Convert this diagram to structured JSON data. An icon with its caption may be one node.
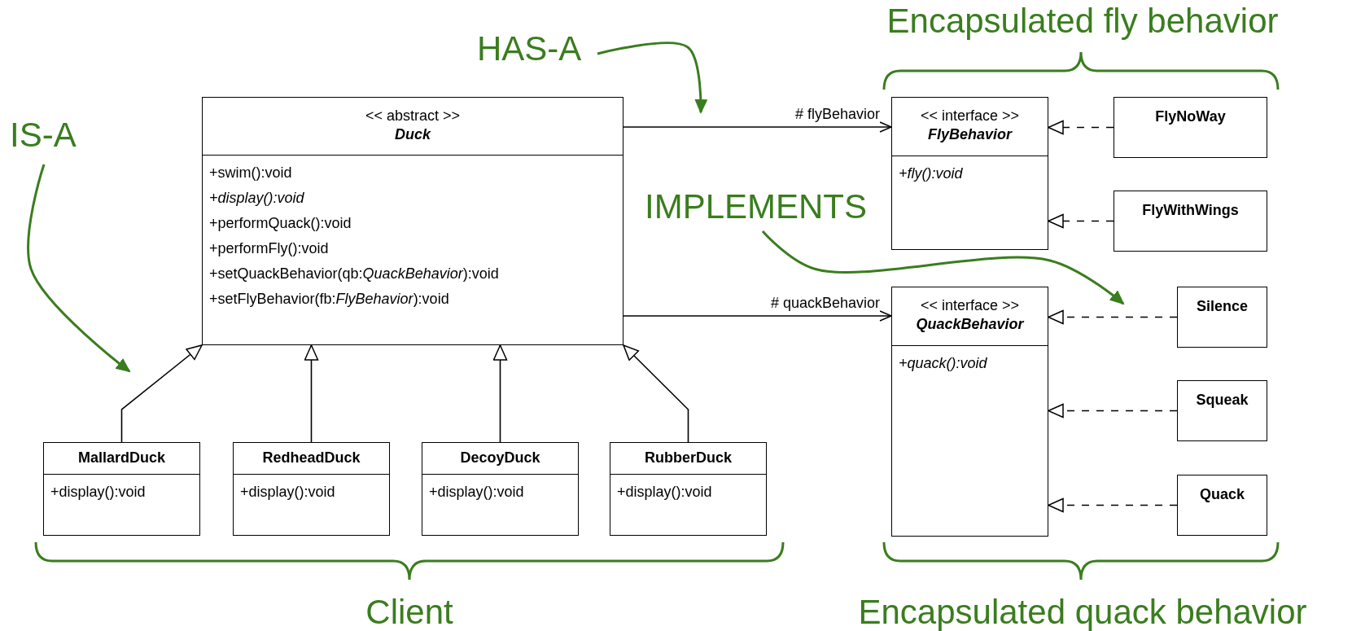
{
  "diagram": {
    "nodes": [
      {
        "text": [
          "<< abstract >>",
          "Duck",
          "+swim():void",
          "+display():void",
          "+performQuack():void",
          "+performFly():void",
          "+setQuackBehavior(qb:*QuackBehavior*):void",
          "+setFlyBehavior(fb:*FlyBehavior*):void"
        ]
      },
      {
        "text": [
          "<< interface >>",
          "FlyBehavior",
          "+fly():void"
        ]
      },
      {
        "text": [
          "FlyNoWay"
        ]
      },
      {
        "text": [
          "FlyWithWings"
        ]
      },
      {
        "text": [
          "<< interface >>",
          "QuackBehavior",
          "+quack():void"
        ]
      },
      {
        "text": [
          "Silence"
        ]
      },
      {
        "text": [
          "Squeak"
        ]
      },
      {
        "text": [
          "Quack"
        ]
      },
      {
        "text": [
          "MallardDuck",
          "+display():void"
        ]
      },
      {
        "text": [
          "RedheadDuck",
          "+display():void"
        ]
      },
      {
        "text": [
          "DecoyDuck",
          "+display():void"
        ]
      },
      {
        "text": [
          "RubberDuck",
          "+display():void"
        ]
      },
      {
        "text": [
          "IS-A"
        ]
      },
      {
        "text": [
          "HAS-A"
        ]
      },
      {
        "text": [
          "IMPLEMENTS"
        ]
      }
    ],
    "edges": [
      {
        "from": 0,
        "to": 1,
        "arrow": "to",
        "label": "# flyBehavior"
      },
      {
        "from": 0,
        "to": 4,
        "arrow": "to",
        "label": "# quackBehavior"
      },
      {
        "from": 2,
        "to": 1,
        "arrow": "to",
        "style": "dashed"
      },
      {
        "from": 3,
        "to": 1,
        "arrow": "to",
        "style": "dashed"
      },
      {
        "from": 5,
        "to": 4,
        "arrow": "to",
        "style": "dashed"
      },
      {
        "from": 6,
        "to": 4,
        "arrow": "to",
        "style": "dashed"
      },
      {
        "from": 7,
        "to": 4,
        "arrow": "to",
        "style": "dashed"
      },
      {
        "from": 8,
        "to": 0,
        "arrow": "to"
      },
      {
        "from": 9,
        "to": 0,
        "arrow": "to"
      },
      {
        "from": 10,
        "to": 0,
        "arrow": "to"
      },
      {
        "from": 11,
        "to": 0,
        "arrow": "to"
      },
      {
        "from": 12,
        "to": null,
        "arrow": "to",
        "color": "#3a7d1e"
      },
      {
        "from": 13,
        "to": null,
        "arrow": "to",
        "color": "#3a7d1e"
      },
      {
        "from": 14,
        "to": null,
        "arrow": "to",
        "color": "#3a7d1e"
      }
    ],
    "labels": [
      "Encapsulated fly behavior",
      "Client",
      "Encapsulated quack behavior"
    ]
  }
}
